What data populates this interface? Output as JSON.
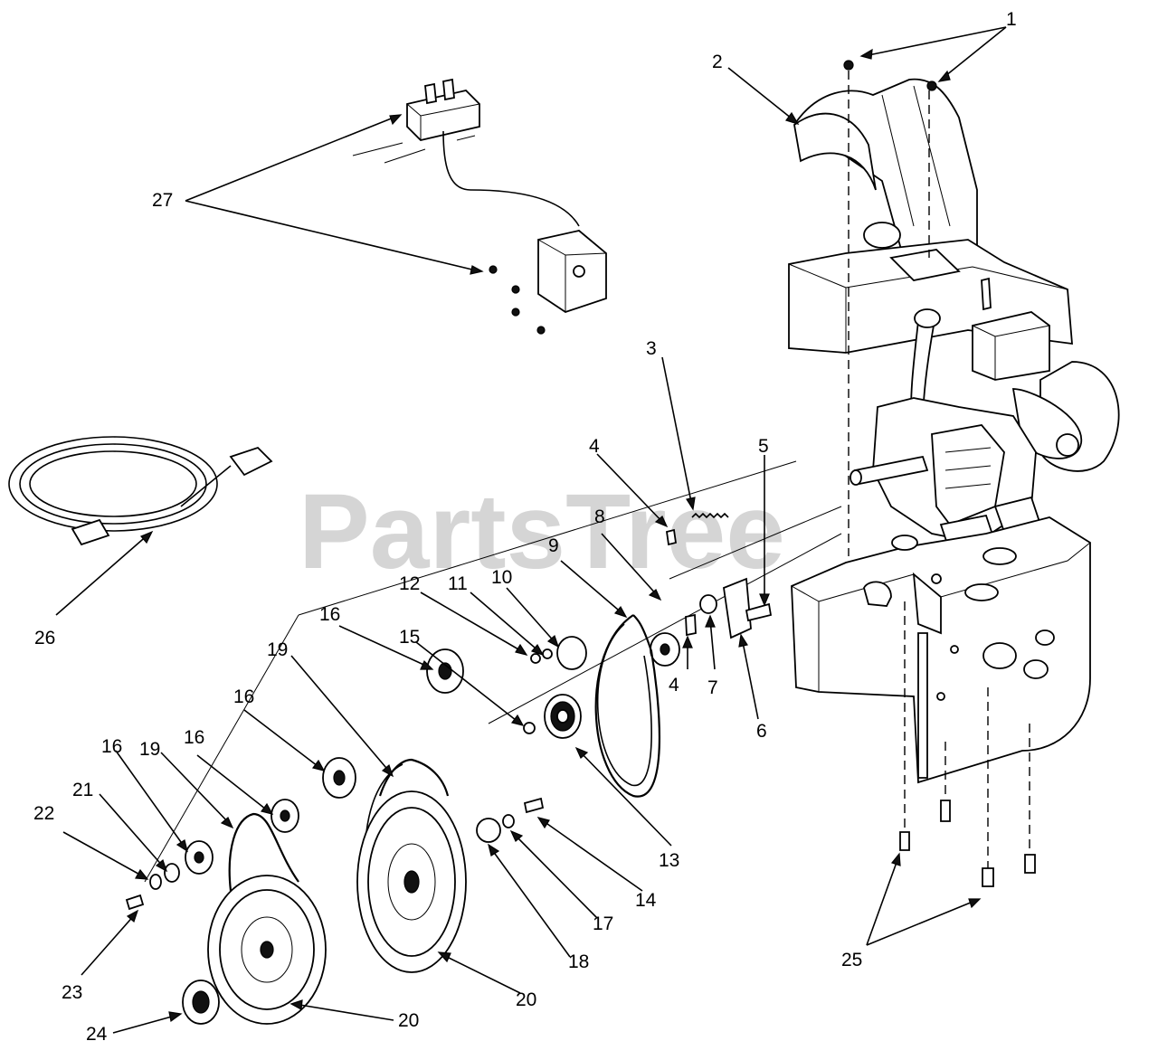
{
  "watermark": "PartsTree",
  "callouts": [
    {
      "id": "1",
      "text": "1"
    },
    {
      "id": "2",
      "text": "2"
    },
    {
      "id": "3",
      "text": "3"
    },
    {
      "id": "4a",
      "text": "4"
    },
    {
      "id": "4b",
      "text": "4"
    },
    {
      "id": "5",
      "text": "5"
    },
    {
      "id": "6",
      "text": "6"
    },
    {
      "id": "7",
      "text": "7"
    },
    {
      "id": "8",
      "text": "8"
    },
    {
      "id": "9",
      "text": "9"
    },
    {
      "id": "10",
      "text": "10"
    },
    {
      "id": "11",
      "text": "11"
    },
    {
      "id": "12",
      "text": "12"
    },
    {
      "id": "13",
      "text": "13"
    },
    {
      "id": "14",
      "text": "14"
    },
    {
      "id": "15",
      "text": "15"
    },
    {
      "id": "16a",
      "text": "16"
    },
    {
      "id": "16b",
      "text": "16"
    },
    {
      "id": "16c",
      "text": "16"
    },
    {
      "id": "16d",
      "text": "16"
    },
    {
      "id": "17",
      "text": "17"
    },
    {
      "id": "18",
      "text": "18"
    },
    {
      "id": "19a",
      "text": "19"
    },
    {
      "id": "19b",
      "text": "19"
    },
    {
      "id": "20a",
      "text": "20"
    },
    {
      "id": "20b",
      "text": "20"
    },
    {
      "id": "21",
      "text": "21"
    },
    {
      "id": "22",
      "text": "22"
    },
    {
      "id": "23",
      "text": "23"
    },
    {
      "id": "24",
      "text": "24"
    },
    {
      "id": "25",
      "text": "25"
    },
    {
      "id": "26",
      "text": "26"
    },
    {
      "id": "27",
      "text": "27"
    }
  ]
}
